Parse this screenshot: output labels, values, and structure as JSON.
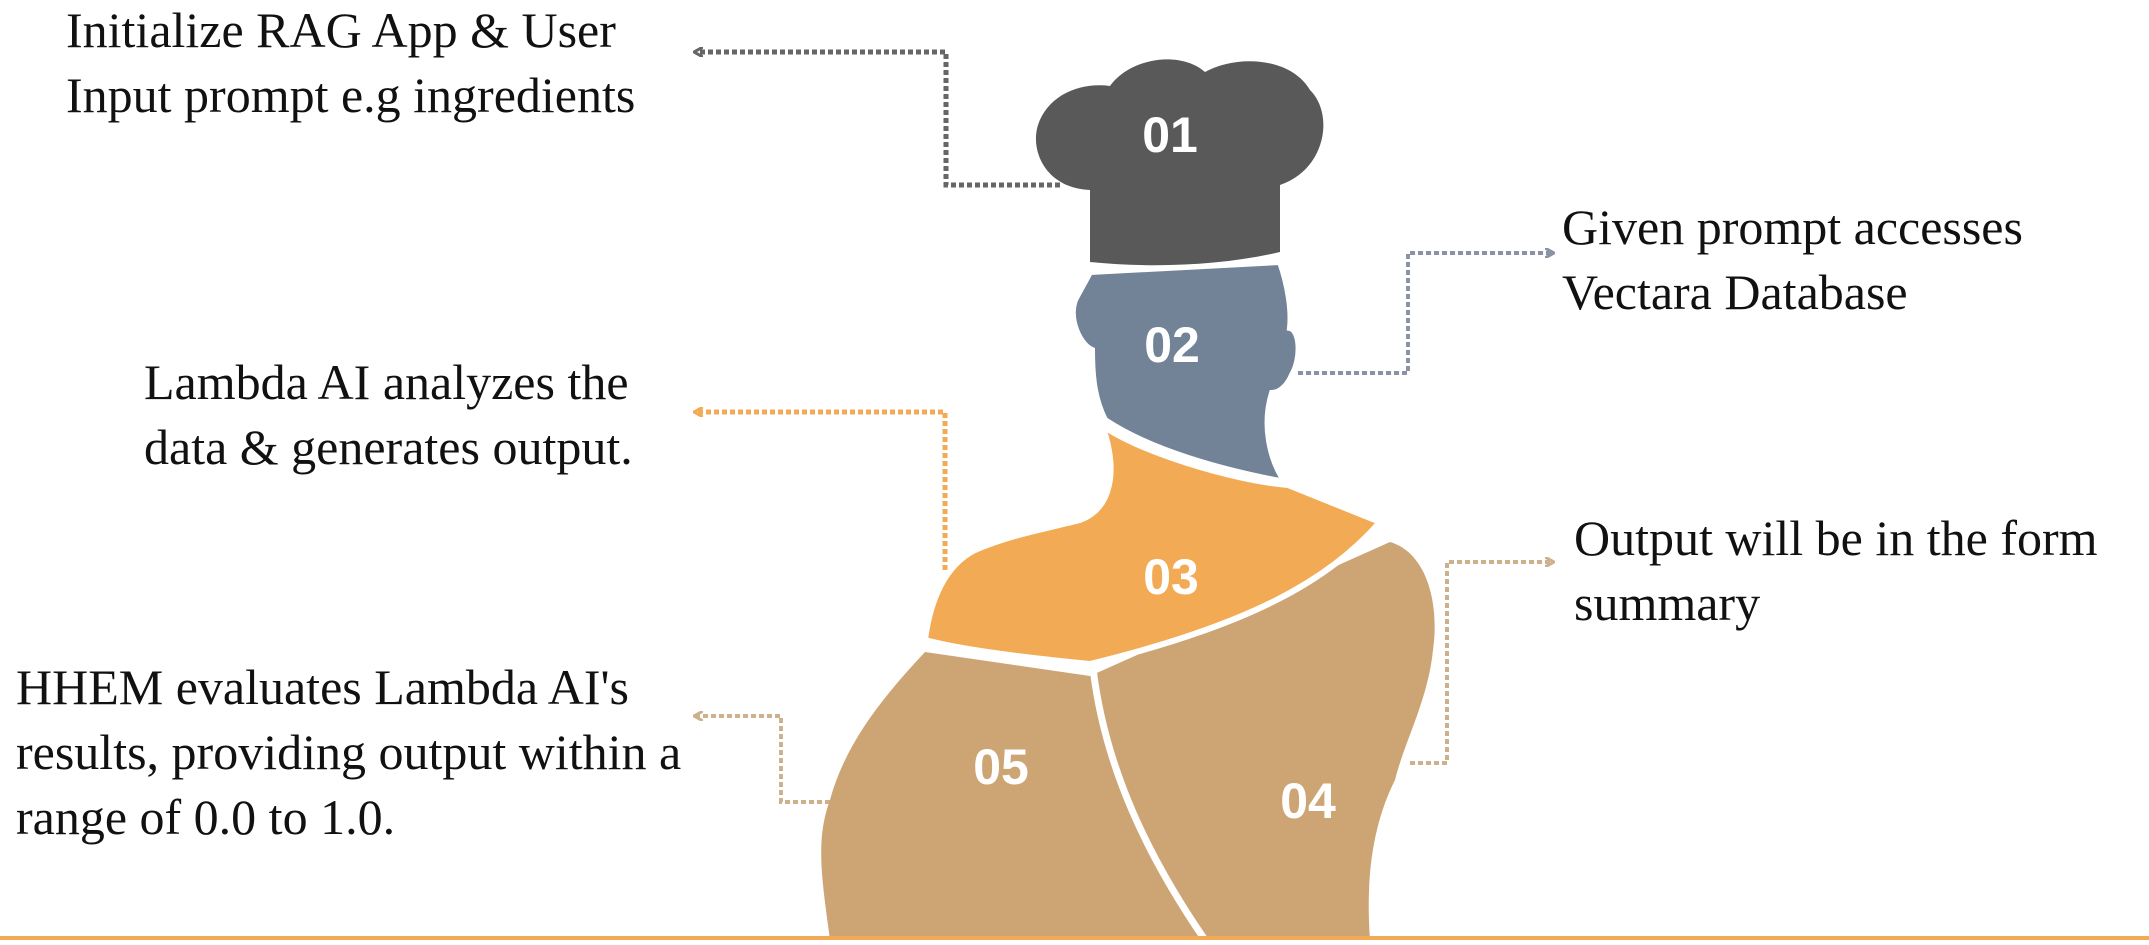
{
  "colors": {
    "step01": "#595959",
    "step02": "#728398",
    "step03": "#f2ab54",
    "step04": "#cda574",
    "step05": "#cda574",
    "bottom_rule": "#f2ab54"
  },
  "steps": [
    {
      "number": "01",
      "lines": [
        "Initialize RAG App & User",
        "Input prompt e.g ingredients"
      ]
    },
    {
      "number": "02",
      "lines": [
        "Given prompt accesses",
        "Vectara Database"
      ]
    },
    {
      "number": "03",
      "lines": [
        "Lambda AI analyzes the",
        "data & generates output."
      ]
    },
    {
      "number": "04",
      "lines": [
        "Output will be in the form",
        "summary"
      ]
    },
    {
      "number": "05",
      "lines": [
        "HHEM evaluates Lambda AI's",
        "results, providing output within a",
        "range of 0.0 to 1.0."
      ]
    }
  ]
}
